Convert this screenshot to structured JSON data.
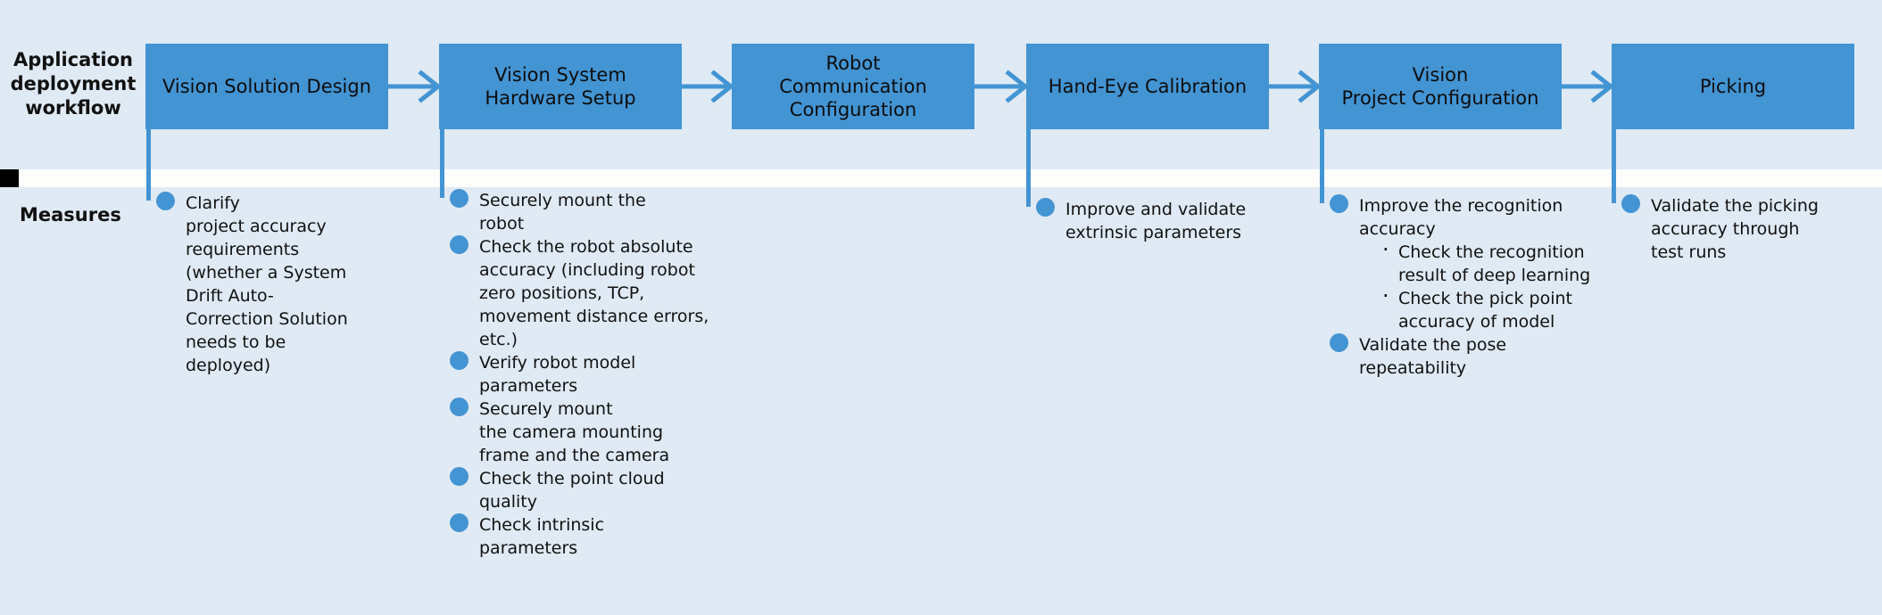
{
  "diagram": {
    "type": "process-flow-with-measures",
    "rows": {
      "workflow_label": "Application deployment workflow",
      "measures_label": "Measures"
    },
    "colors": {
      "background": "#dfeaf4",
      "box_fill": "#4394d3",
      "connector": "#4394d3",
      "separator": "#fdfdfc",
      "text": "#111111"
    },
    "stages": [
      {
        "id": "vision-solution-design",
        "label": "Vision Solution Design"
      },
      {
        "id": "vision-system-hardware-setup",
        "label": "Vision System\nHardware Setup"
      },
      {
        "id": "robot-communication-config",
        "label": "Robot\nCommunication\nConfiguration"
      },
      {
        "id": "hand-eye-calibration",
        "label": "Hand-Eye Calibration"
      },
      {
        "id": "vision-project-configuration",
        "label": "Vision\nProject Configuration"
      },
      {
        "id": "picking",
        "label": "Picking"
      }
    ],
    "measures": [
      {
        "stage": "vision-solution-design",
        "items": [
          {
            "text": "Clarify\nproject accuracy\nrequirements\n (whether a System\nDrift Auto-\nCorrection Solution\nneeds to be\ndeployed)",
            "sub": []
          }
        ]
      },
      {
        "stage": "vision-system-hardware-setup",
        "items": [
          {
            "text": "Securely mount the\nrobot",
            "sub": []
          },
          {
            "text": "Check the robot absolute\naccuracy (including robot\nzero positions, TCP,\nmovement distance errors,\netc.)",
            "sub": []
          },
          {
            "text": "Verify robot model\nparameters",
            "sub": []
          },
          {
            "text": "Securely mount\nthe camera mounting\nframe and the camera",
            "sub": []
          },
          {
            "text": "Check the point cloud\nquality",
            "sub": []
          },
          {
            "text": "Check intrinsic\nparameters",
            "sub": []
          }
        ]
      },
      {
        "stage": "robot-communication-config",
        "items": []
      },
      {
        "stage": "hand-eye-calibration",
        "items": [
          {
            "text": "Improve and validate\nextrinsic parameters",
            "sub": []
          }
        ]
      },
      {
        "stage": "vision-project-configuration",
        "items": [
          {
            "text": "Improve the recognition\naccuracy",
            "sub": [
              "Check the recognition\nresult of deep learning",
              "Check the pick point\naccuracy of model"
            ]
          },
          {
            "text": "Validate the pose\nrepeatability",
            "sub": []
          }
        ]
      },
      {
        "stage": "picking",
        "items": [
          {
            "text": "Validate the picking\naccuracy through\ntest runs",
            "sub": []
          }
        ]
      }
    ]
  }
}
